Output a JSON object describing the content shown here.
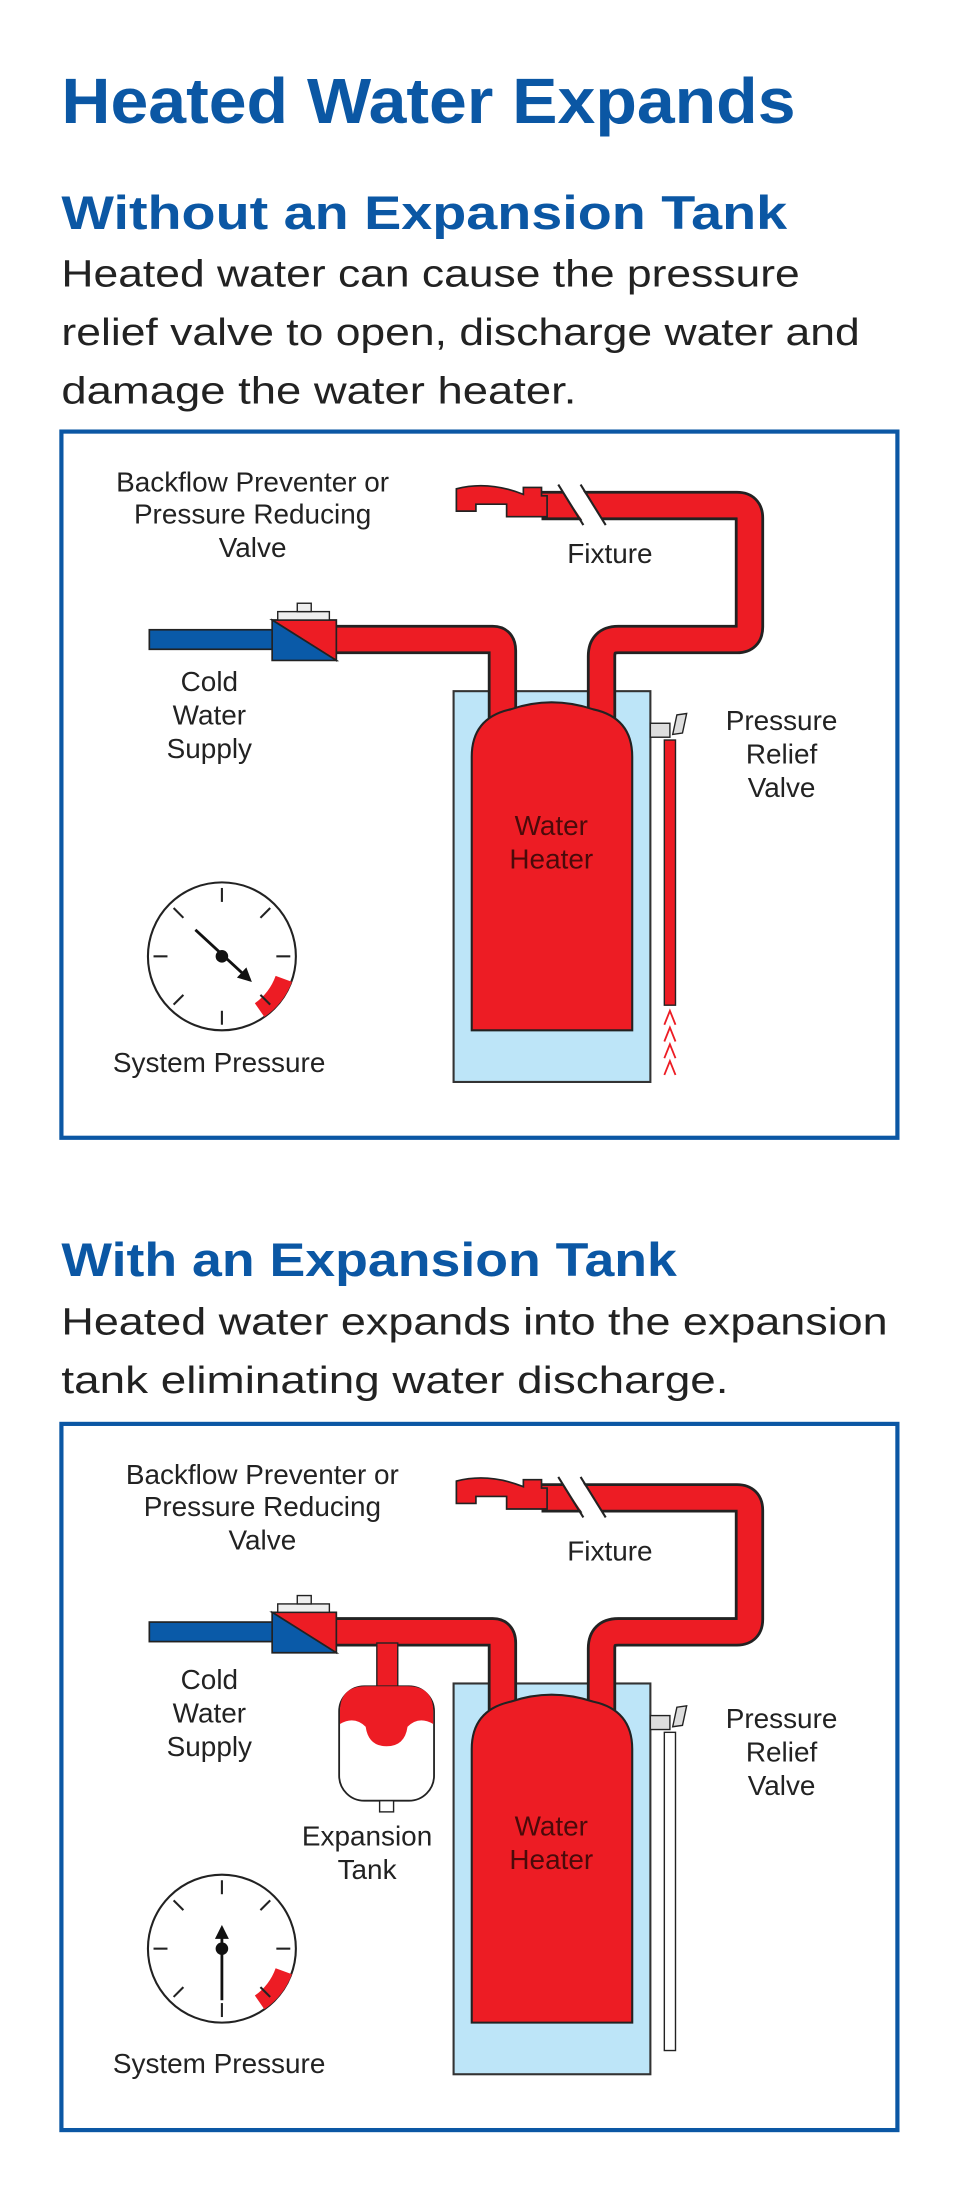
{
  "title": "Heated Water Expands",
  "section1": {
    "heading": "Without an Expansion Tank",
    "text_lines": [
      "Heated water can cause the pressure",
      "relief valve to open, discharge water and",
      "damage the water heater."
    ],
    "labels": {
      "backflow": [
        "Backflow Preventer or",
        "Pressure Reducing",
        "Valve"
      ],
      "fixture": "Fixture",
      "cold_water": [
        "Cold",
        "Water",
        "Supply"
      ],
      "relief_valve": [
        "Pressure",
        "Relief",
        "Valve"
      ],
      "water_heater": [
        "Water",
        "Heater"
      ],
      "system_pressure": "System Pressure"
    },
    "gauge_state": "high"
  },
  "section2": {
    "heading": "With an Expansion Tank",
    "text_lines": [
      "Heated water expands into the expansion",
      "tank eliminating water discharge."
    ],
    "labels": {
      "backflow": [
        "Backflow Preventer or",
        "Pressure Reducing",
        "Valve"
      ],
      "fixture": "Fixture",
      "cold_water": [
        "Cold",
        "Water",
        "Supply"
      ],
      "expansion_tank": [
        "Expansion",
        "Tank"
      ],
      "relief_valve": [
        "Pressure",
        "Relief",
        "Valve"
      ],
      "water_heater": [
        "Water",
        "Heater"
      ],
      "system_pressure": "System Pressure"
    },
    "gauge_state": "normal"
  },
  "colors": {
    "brand_blue": "#0b57a4",
    "hot": "#ed1c24",
    "cold": "#0a5aa8",
    "jacket": "#bde5f8"
  }
}
